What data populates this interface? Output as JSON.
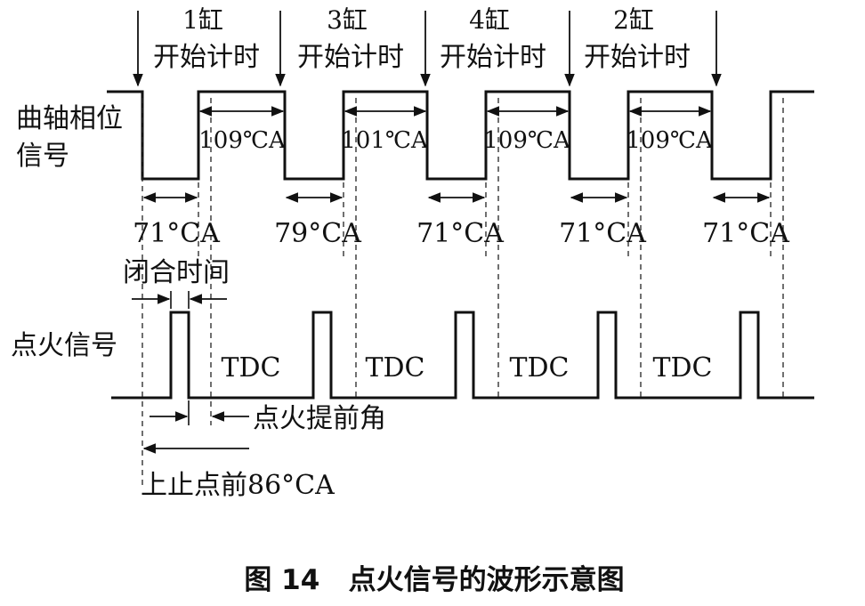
{
  "cylinder_markers": [
    {
      "cylinder": "1缸",
      "action": "开始计时"
    },
    {
      "cylinder": "3缸",
      "action": "开始计时"
    },
    {
      "cylinder": "4缸",
      "action": "开始计时"
    },
    {
      "cylinder": "2缸",
      "action": "开始计时"
    }
  ],
  "crank_signal": {
    "label_line1": "曲轴相位",
    "label_line2": "信号",
    "high_widths": [
      "109℃A",
      "101℃A",
      "109℃A",
      "109℃A"
    ],
    "low_widths": [
      "71°CA",
      "79°CA",
      "71°CA",
      "71°CA",
      "71°CA"
    ]
  },
  "ignition_signal": {
    "label": "点火信号",
    "dwell_label": "闭合时间",
    "tdc_labels": [
      "TDC",
      "TDC",
      "TDC",
      "TDC"
    ],
    "advance_label": "点火提前角",
    "btdc_label": "上止点前86°CA"
  },
  "caption": "图 14   点火信号的波形示意图"
}
